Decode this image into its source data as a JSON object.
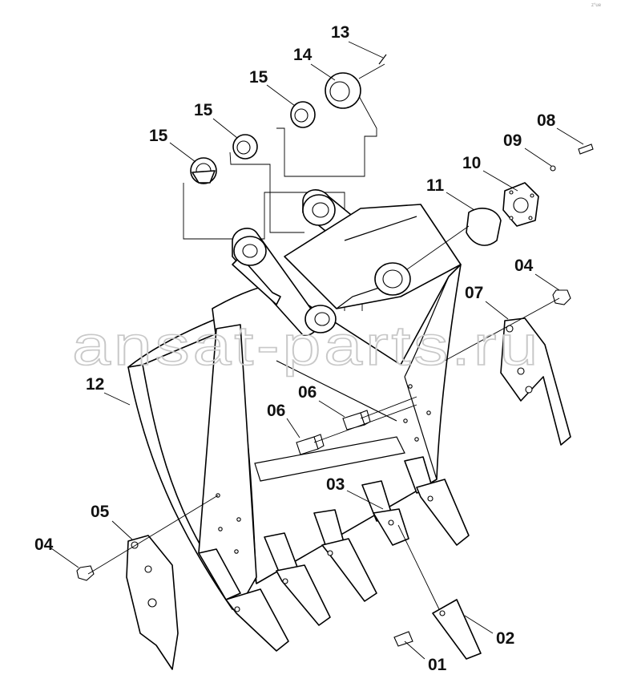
{
  "watermark": "ansat-parts.ru",
  "corner_mark": "z°ue",
  "callouts": [
    {
      "id": "c13",
      "label": "13"
    },
    {
      "id": "c14",
      "label": "14"
    },
    {
      "id": "c15a",
      "label": "15"
    },
    {
      "id": "c15b",
      "label": "15"
    },
    {
      "id": "c15c",
      "label": "15"
    },
    {
      "id": "c08",
      "label": "08"
    },
    {
      "id": "c09",
      "label": "09"
    },
    {
      "id": "c10",
      "label": "10"
    },
    {
      "id": "c11",
      "label": "11"
    },
    {
      "id": "c04a",
      "label": "04"
    },
    {
      "id": "c07",
      "label": "07"
    },
    {
      "id": "c12",
      "label": "12"
    },
    {
      "id": "c06a",
      "label": "06"
    },
    {
      "id": "c06b",
      "label": "06"
    },
    {
      "id": "c03",
      "label": "03"
    },
    {
      "id": "c05",
      "label": "05"
    },
    {
      "id": "c04b",
      "label": "04"
    },
    {
      "id": "c02",
      "label": "02"
    },
    {
      "id": "c01",
      "label": "01"
    }
  ]
}
